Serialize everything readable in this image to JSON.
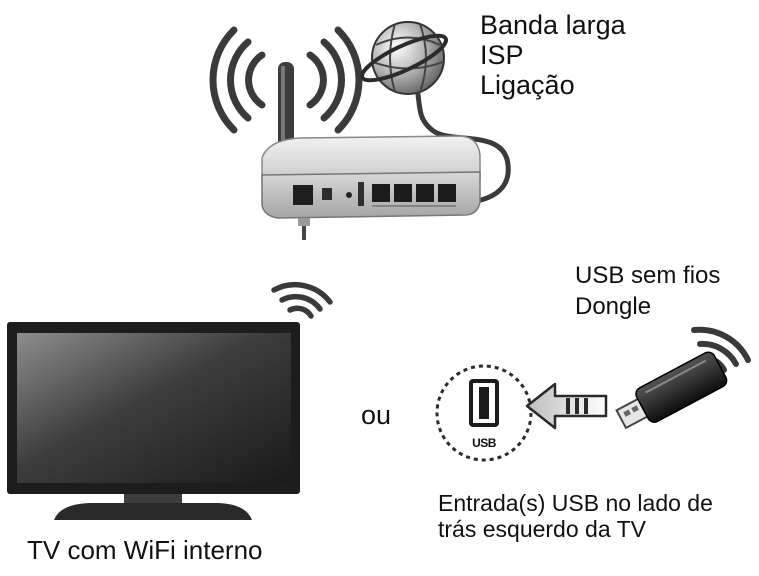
{
  "broadband": {
    "line1": "Banda larga",
    "line2": "ISP",
    "line3": "Ligação"
  },
  "dongle": {
    "line1": "USB sem fios",
    "line2": "Dongle"
  },
  "separator": {
    "text": "ou"
  },
  "usb_port": {
    "badge": "USB",
    "caption_line1": "Entrada(s) USB no lado de",
    "caption_line2": "trás esquerdo da TV"
  },
  "tv": {
    "caption": "TV com WiFi interno"
  },
  "colors": {
    "device_light": "#d9d9d9",
    "device_mid": "#a9a9a9",
    "device_dark": "#2b2b2b",
    "wave": "#3a3a3a"
  }
}
